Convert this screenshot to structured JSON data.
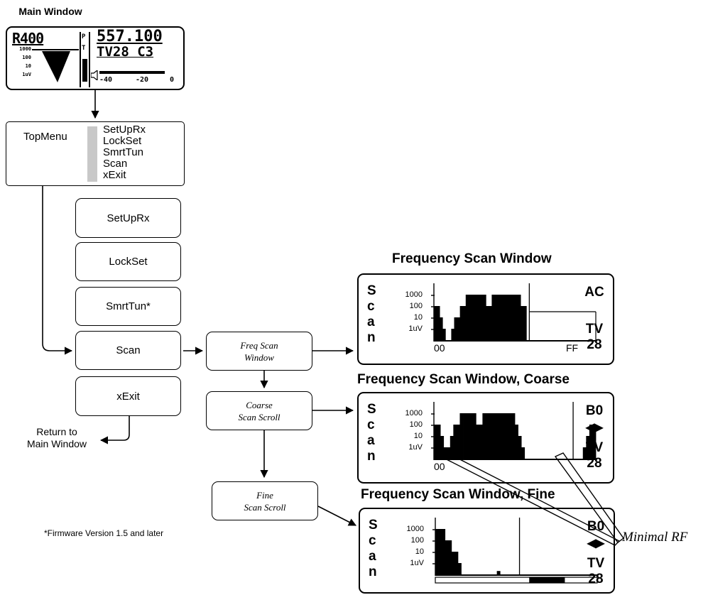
{
  "main_window": {
    "title": "Main Window",
    "model": "R400",
    "frequency": "557.100",
    "channel": "TV28 C3",
    "left_scale": [
      "1000",
      "100",
      "10",
      "1uV"
    ],
    "pt_labels": [
      "P",
      "T"
    ],
    "meter_ticks": [
      "-40",
      "-20",
      "0"
    ]
  },
  "top_menu": {
    "label": "TopMenu",
    "items": [
      "SetUpRx",
      "LockSet",
      "SmrtTun",
      "Scan",
      "xExit"
    ]
  },
  "menu_buttons": [
    "SetUpRx",
    "LockSet",
    "SmrtTun*",
    "Scan",
    "xExit"
  ],
  "return_label": [
    "Return to",
    "Main Window"
  ],
  "footnote": "*Firmware Version 1.5 and later",
  "flow_boxes": {
    "freq": [
      "Freq Scan",
      "Window"
    ],
    "coarse": [
      "Coarse",
      "Scan Scroll"
    ],
    "fine": [
      "Fine",
      "Scan Scroll"
    ]
  },
  "scan_letters": [
    "S",
    "c",
    "a",
    "n"
  ],
  "y_ticks": [
    "1000",
    "100",
    "10",
    "1uV"
  ],
  "windows": [
    {
      "title": "Frequency Scan Window",
      "code": "AC",
      "tv": [
        "TV",
        "28"
      ],
      "x_start": "00",
      "x_end": "FF"
    },
    {
      "title": "Frequency Scan Window, Coarse",
      "code": "B0",
      "tv": [
        "TV",
        "28"
      ],
      "x_start": "00",
      "x_end": ""
    },
    {
      "title": "Frequency Scan Window, Fine",
      "code": "B0",
      "tv": [
        "TV",
        "28"
      ],
      "x_start": "",
      "x_end": ""
    }
  ],
  "annotation": "Minimal RF",
  "colors": {
    "ink": "#000000",
    "menu_bar": "#c8c8c8"
  },
  "chart_data": [
    {
      "type": "area",
      "title": "Frequency Scan Window",
      "xlabel": "",
      "ylabel": "",
      "x_range": [
        "00",
        "FF"
      ],
      "levels": [
        3,
        3,
        2,
        1,
        0,
        0,
        1,
        2,
        2,
        3,
        3,
        4,
        4,
        4,
        4,
        4,
        4,
        4,
        3,
        3,
        4,
        4,
        4,
        4,
        4,
        4,
        4,
        4,
        4,
        4,
        3,
        3,
        0,
        0,
        0,
        0,
        0,
        0,
        0,
        0,
        0,
        0,
        0,
        0,
        0,
        0,
        0,
        0,
        0,
        0,
        0,
        0,
        0,
        0,
        0,
        0
      ],
      "cursor_index": 33
    },
    {
      "type": "area",
      "title": "Frequency Scan Window, Coarse",
      "xlabel": "",
      "ylabel": "",
      "levels": [
        3,
        3,
        2,
        1,
        1,
        2,
        3,
        3,
        4,
        4,
        4,
        4,
        4,
        3,
        3,
        4,
        4,
        4,
        4,
        4,
        4,
        4,
        4,
        4,
        4,
        3,
        2,
        1,
        0,
        0,
        0,
        0,
        0,
        0,
        0,
        0,
        0,
        0,
        0,
        0,
        0,
        0,
        0,
        0,
        0,
        0,
        1,
        2,
        3,
        3
      ],
      "cursor_index": 43
    },
    {
      "type": "area",
      "title": "Frequency Scan Window, Fine",
      "xlabel": "",
      "ylabel": "",
      "levels": [
        4,
        4,
        4,
        3,
        3,
        2,
        2,
        1,
        0,
        0,
        0,
        0,
        0,
        0,
        0,
        0,
        0,
        0,
        0,
        0.3,
        0,
        0,
        0,
        0,
        0,
        0,
        0,
        0,
        0,
        0,
        0,
        0,
        0,
        0,
        0,
        0,
        0,
        0,
        0,
        0,
        0,
        0,
        0,
        0,
        0,
        0,
        0,
        0,
        0,
        0
      ],
      "cursor_index": 26,
      "scroll_bar": {
        "thumb_start": 0.58,
        "thumb_end": 0.8
      }
    }
  ]
}
